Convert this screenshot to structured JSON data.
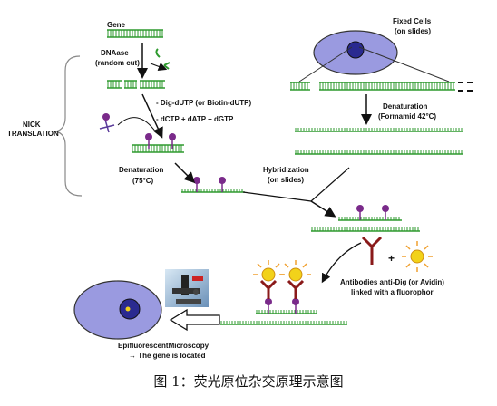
{
  "labels": {
    "gene": "Gene",
    "dnaase": "DNAase",
    "random_cut": "(random cut)",
    "nick": "NICK",
    "translation": "TRANSLATION",
    "dig_dutp": "- Dig-dUTP (or Biotin-dUTP)",
    "dctp": "- dCTP + dATP + dGTP",
    "denaturation_left": "Denaturation",
    "temp_left": "(75°C)",
    "fixed_cells": "Fixed Cells",
    "on_slides_top": "(on slides)",
    "denaturation_right": "Denaturation",
    "formamid": "(Formamid 42°C)",
    "hybridization": "Hybridization",
    "on_slides_mid": "(on slides)",
    "antibodies": "Antibodies anti-Dig (or Avidin)",
    "fluorophor": "linked with a fluorophor",
    "plus": "+",
    "microscopy": "EpifluorescentMicroscopy",
    "located": "→ The gene is located"
  },
  "caption": "图 1：荧光原位杂交原理示意图",
  "colors": {
    "dna_green": "#2e9a2e",
    "probe_purple": "#7a2a8a",
    "cell_fill": "#9a9ae0",
    "nucleus_fill": "#2a2a90",
    "fluor_yellow": "#f2d21a",
    "fluor_rays": "#f0a030",
    "antibody_red": "#8a1a1a"
  }
}
